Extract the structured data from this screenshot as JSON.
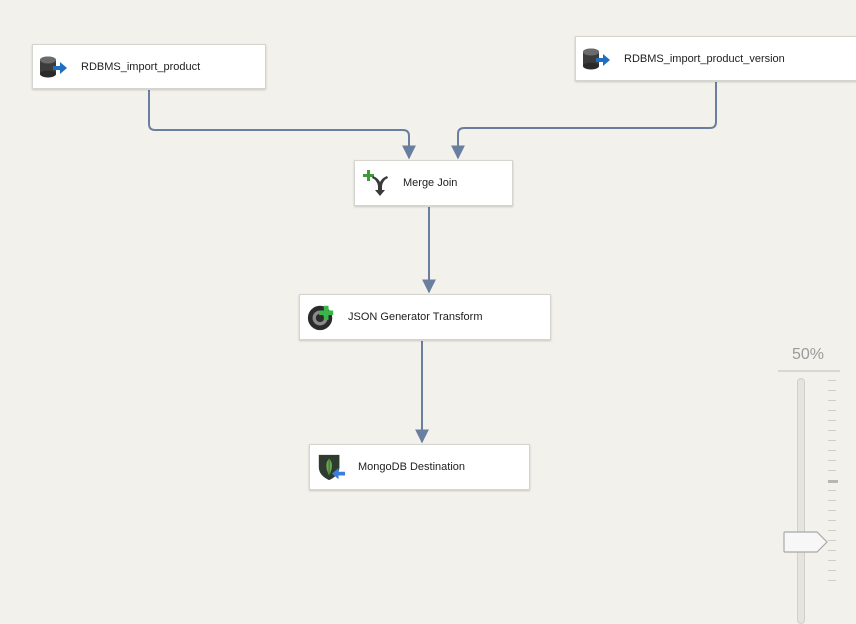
{
  "nodes": {
    "rdbms_product": {
      "label": "RDBMS_import_product",
      "icon": "database-source-icon"
    },
    "rdbms_version": {
      "label": "RDBMS_import_product_version",
      "icon": "database-source-icon"
    },
    "merge_join": {
      "label": "Merge Join",
      "icon": "merge-join-icon"
    },
    "json_generator": {
      "label": "JSON Generator Transform",
      "icon": "json-generator-icon"
    },
    "mongo_destination": {
      "label": "MongoDB Destination",
      "icon": "mongodb-destination-icon"
    }
  },
  "edges": [
    {
      "from": "RDBMS_import_product",
      "to": "Merge Join"
    },
    {
      "from": "RDBMS_import_product_version",
      "to": "Merge Join"
    },
    {
      "from": "Merge Join",
      "to": "JSON Generator Transform"
    },
    {
      "from": "JSON Generator Transform",
      "to": "MongoDB Destination"
    }
  ],
  "zoom": {
    "label": "50%",
    "level_percent": 50
  },
  "colors": {
    "canvas": "#f3f1ec",
    "connector": "#6a7f9f",
    "node_bg": "#ffffff"
  }
}
